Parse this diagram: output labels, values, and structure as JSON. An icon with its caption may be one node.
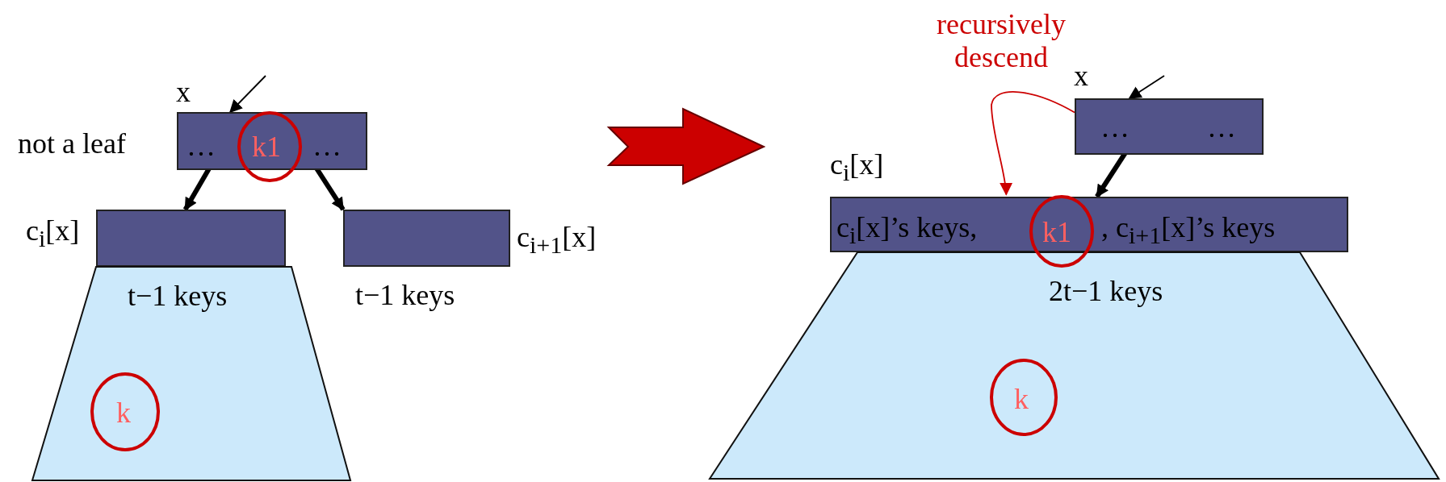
{
  "diagram": {
    "nodes": [
      {
        "text": [
          "…",
          "…"
        ],
        "beside": [
          "x",
          "not a leaf"
        ]
      },
      {
        "text": [
          "k1"
        ],
        "in": 0
      },
      {
        "text": [],
        "shape": "box",
        "beside": [
          "c$_{i}$[x]"
        ]
      },
      {
        "text": [],
        "shape": "box",
        "beside": [
          "c$_{i+1}$[x]",
          "t−1 keys"
        ]
      },
      {
        "text": [
          "t−1 keys"
        ]
      },
      {
        "text": [
          "k"
        ],
        "in": 4
      },
      {
        "text": [
          "…",
          "…"
        ],
        "beside": [
          "x"
        ]
      },
      {
        "text": [
          "c$_{i}$[x]’s keys,",
          ", c$_{i+1}$[x]’s keys"
        ],
        "beside": [
          "c$_{i}$[x]"
        ]
      },
      {
        "text": [
          "k1"
        ],
        "in": 7
      },
      {
        "text": [
          "2t−1 keys"
        ]
      },
      {
        "text": [
          "k"
        ],
        "in": 9
      }
    ],
    "edges": [
      {
        "from": null,
        "to": 0,
        "arrow": "to"
      },
      {
        "from": 0,
        "to": 2,
        "arrow": "to",
        "style": "thick"
      },
      {
        "from": 0,
        "to": 3,
        "arrow": "to",
        "style": "thick"
      },
      {
        "from": null,
        "to": 6,
        "arrow": "to"
      },
      {
        "from": 6,
        "to": 7,
        "arrow": "to",
        "style": "thick"
      },
      {
        "from": 6,
        "to": 7,
        "arrow": "to",
        "label": "recursively descend",
        "color": "#cc0000"
      }
    ]
  }
}
